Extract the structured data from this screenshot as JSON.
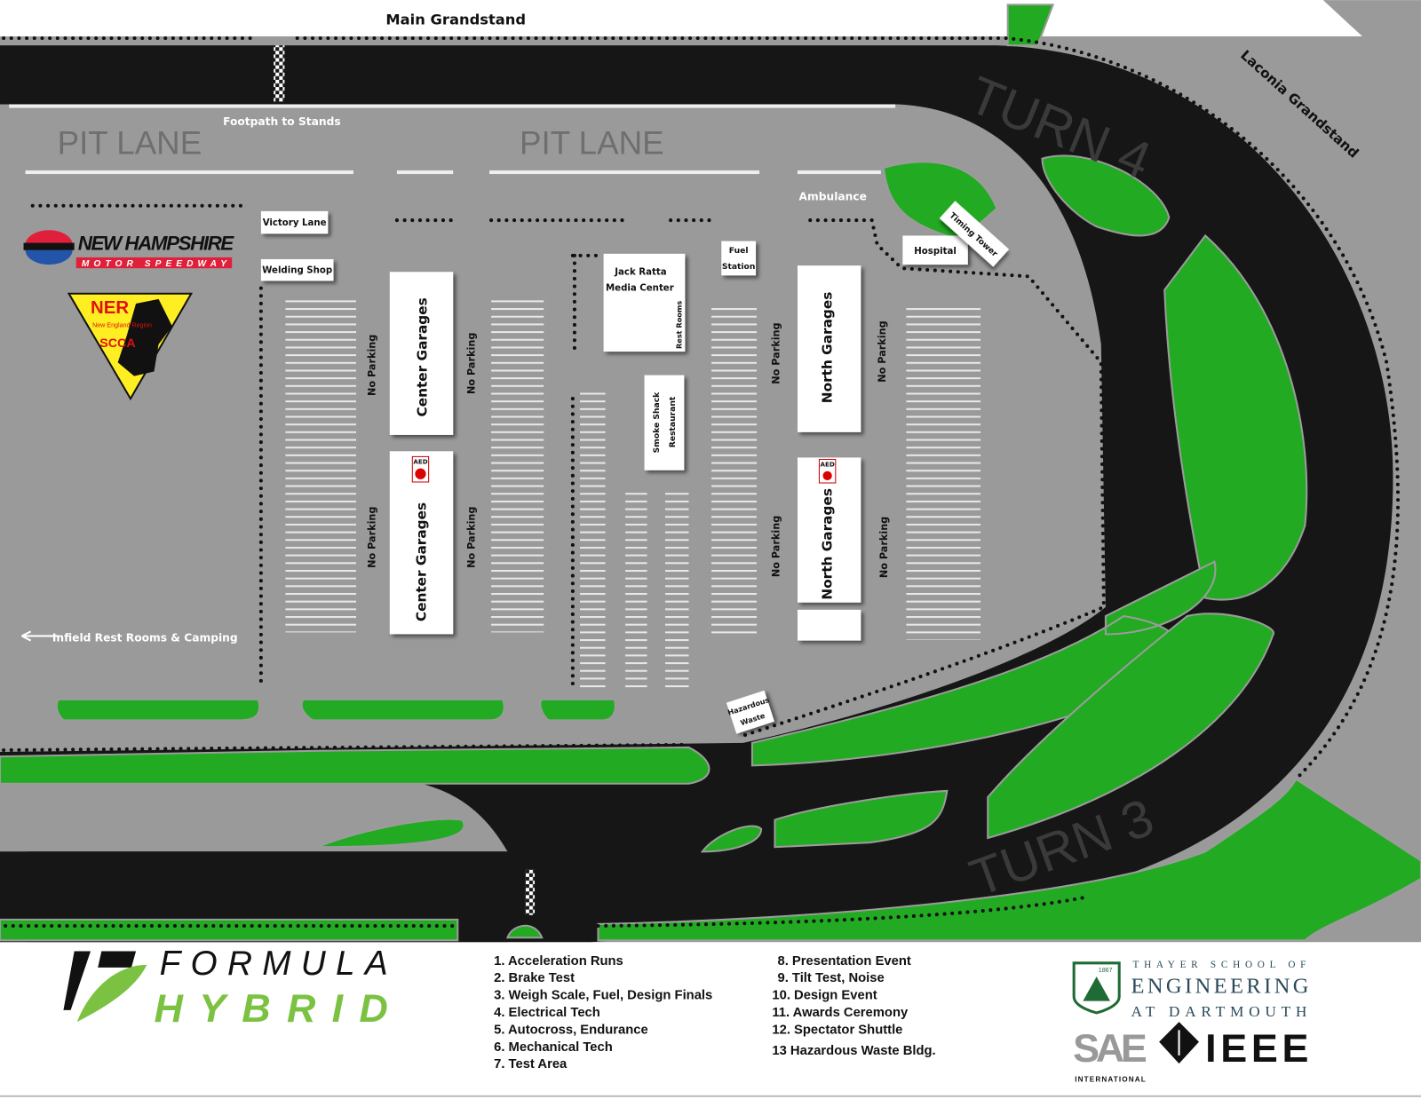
{
  "map": {
    "labels": {
      "main_grandstand": "Main Grandstand",
      "laconia_grandstand": "Laconia Grandstand",
      "footpath": "Footpath to Stands",
      "pit_lane_1": "PIT LANE",
      "pit_lane_2": "PIT LANE",
      "turn4": "TURN 4",
      "turn3": "TURN 3",
      "ambulance": "Ambulance",
      "victory_lane": "Victory Lane",
      "welding_shop": "Welding Shop",
      "jack_ratta_1": "Jack Ratta",
      "jack_ratta_2": "Media Center",
      "rest_rooms": "Rest Rooms",
      "fuel_1": "Fuel",
      "fuel_2": "Station",
      "hospital": "Hospital",
      "timing_tower": "Timing Tower",
      "smoke_shack_1": "Smoke Shack",
      "smoke_shack_2": "Restaurant",
      "center_garages_1": "Center Garages",
      "center_garages_2": "Center Garages",
      "north_garages_1": "North Garages",
      "north_garages_2": "North Garages",
      "no_parking": "No Parking",
      "aed": "AED",
      "infield": "Infield Rest Rooms & Camping",
      "hazardous_1": "Hazardous",
      "hazardous_2": "Waste"
    },
    "colors": {
      "track": "#161616",
      "infield": "#9a9a9a",
      "grass": "#22aa22",
      "background": "#ffffff"
    }
  },
  "logos": {
    "nhms_1": "NEW HAMPSHIRE",
    "nhms_2": "MOTOR SPEEDWAY",
    "ner_1": "NER",
    "ner_2": "New England Region",
    "ner_3": "SCCA",
    "fh_1": "FORMULA",
    "fh_2": "HYBRID",
    "thayer_1": "THAYER SCHOOL OF",
    "thayer_2": "ENGINEERING",
    "thayer_3": "AT DARTMOUTH",
    "thayer_year": "1867",
    "sae": "SAE",
    "sae_sub": "INTERNATIONAL",
    "ieee": "IEEE"
  },
  "legend": {
    "col1": [
      "1. Acceleration Runs",
      "2. Brake Test",
      "3. Weigh Scale, Fuel, Design Finals",
      "4. Electrical Tech",
      "5. Autocross, Endurance",
      "6. Mechanical Tech",
      "7. Test Area"
    ],
    "col2": [
      "8. Presentation Event",
      "9. Tilt Test, Noise",
      "10. Design Event",
      "11. Awards Ceremony",
      "12. Spectator Shuttle",
      "13 Hazardous Waste Bldg."
    ]
  }
}
